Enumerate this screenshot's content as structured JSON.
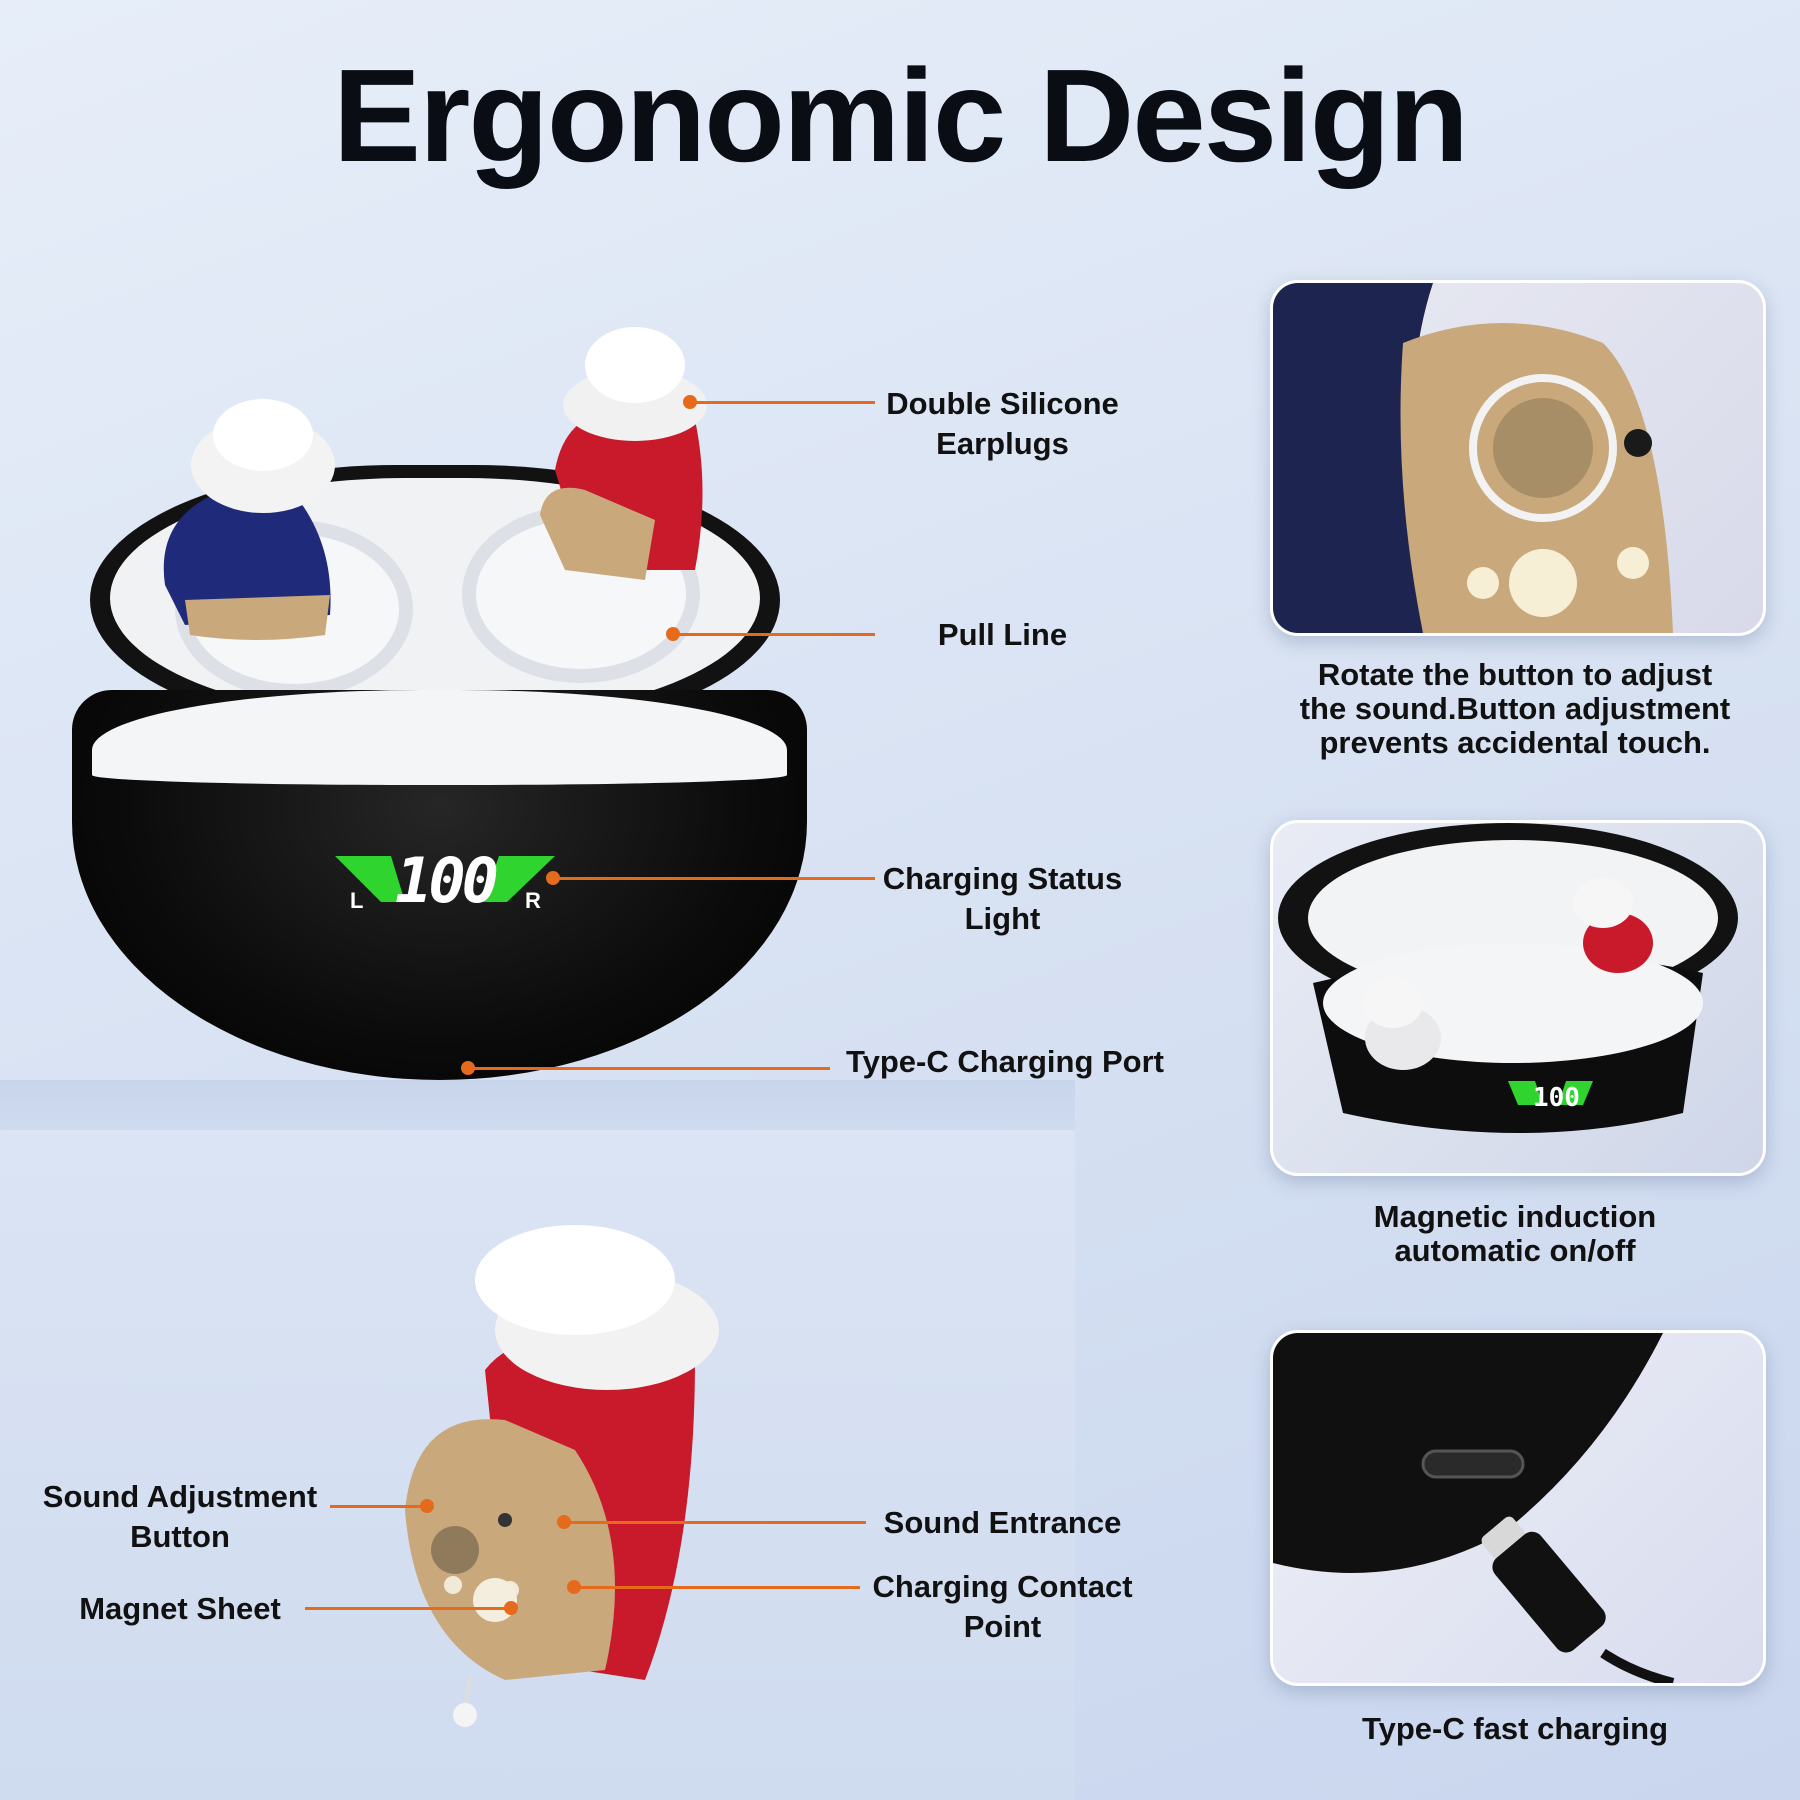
{
  "headline": "Ergonomic Design",
  "display": {
    "value": "100",
    "left": "L",
    "right": "R"
  },
  "callouts": {
    "earplugs": "Double Silicone\nEarplugs",
    "pull_line": "Pull Line",
    "status_light": "Charging Status\nLight",
    "type_c_port": "Type-C Charging Port",
    "sound_button": "Sound Adjustment\nButton",
    "magnet": "Magnet Sheet",
    "sound_entrance": "Sound Entrance",
    "contact_point": "Charging Contact\nPoint"
  },
  "panels": {
    "rotate_caption": "Rotate the button to adjust\nthe sound.Button adjustment\nprevents accidental touch.",
    "magnetic_caption": "Magnetic induction\nautomatic on/off",
    "typec_caption": "Type-C fast charging",
    "mini_display": "100"
  },
  "colors": {
    "accent": "#e56a1c",
    "led_green": "#2fd42f",
    "bud_red": "#c81a2a",
    "bud_blue": "#1f2a7a",
    "bud_tan": "#c9a97c"
  }
}
